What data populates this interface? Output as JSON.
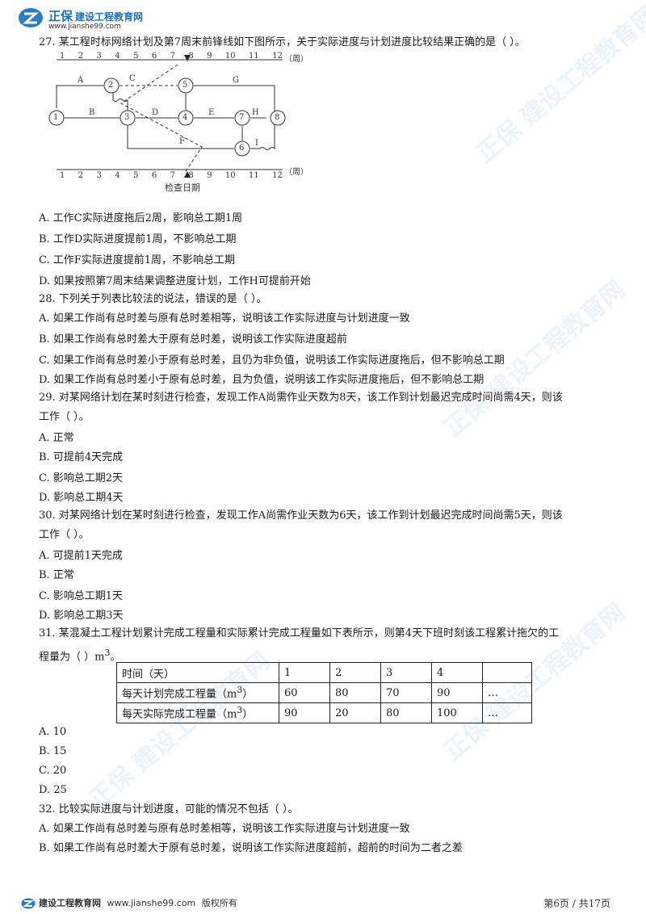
{
  "header": {
    "brand_big": "正保",
    "brand_small": "建设工程教育网",
    "url": "www.jianshe99.com"
  },
  "questions": {
    "q27": {
      "stem": "27. 某工程时标网络计划及第7周末前锋线如下图所示，关于实际进度与计划进度比较结果正确的是（    ）。",
      "options": [
        "A. 工作C实际进度拖后2周，影响总工期1周",
        "B. 工作D实际进度提前1周，不影响总工期",
        "C. 工作F实际进度提前1周，不影响总工期",
        "D. 如果按照第7周末结果调整进度计划，工作H可提前开始"
      ]
    },
    "q28": {
      "stem": "28. 下列关于列表比较法的说法，错误的是（    ）。",
      "options": [
        "A. 如果工作尚有总时差与原有总时差相等，说明该工作实际进度与计划进度一致",
        "B. 如果工作尚有总时差大于原有总时差，说明该工作实际进度超前",
        "C. 如果工作尚有总时差小于原有总时差，且仍为非负值，说明该工作实际进度拖后，但不影响总工期",
        "D. 如果工作尚有总时差小于原有总时差，且为负值，说明该工作实际进度拖后，但不影响总工期"
      ]
    },
    "q29": {
      "stem1": "29. 对某网络计划在某时刻进行检查，发现工作A尚需作业天数为8天，该工作到计划最迟完成时间尚需4天，则该",
      "stem2": "工作（    ）。",
      "options": [
        "A. 正常",
        "B. 可提前4天完成",
        "C. 影响总工期2天",
        "D. 影响总工期4天"
      ]
    },
    "q30": {
      "stem1": "30. 对某网络计划在某时刻进行检查，发现工作A尚需作业天数为6天，该工作到计划最迟完成时间尚需5天，则该",
      "stem2": "工作（    ）。",
      "options": [
        "A. 可提前1天完成",
        "B. 正常",
        "C. 影响总工期1天",
        "D. 影响总工期3天"
      ]
    },
    "q31": {
      "stem1": "31. 某混凝土工程计划累计完成工程量和实际累计完成工程量如下表所示，则第4天下班时刻该工程累计拖欠的工",
      "stem2": "程量为（    ）m",
      "stem2_sup": "3",
      "stem2_end": "。",
      "table": {
        "header": [
          "时间（天）",
          "1",
          "2",
          "3",
          "4",
          ""
        ],
        "rows": [
          {
            "label": "每天计划完成工程量（m",
            "sup": "3",
            "label_end": "）",
            "cells": [
              "60",
              "80",
              "70",
              "90",
              "…"
            ]
          },
          {
            "label": "每天实际完成工程量（m",
            "sup": "3",
            "label_end": "）",
            "cells": [
              "90",
              "20",
              "80",
              "100",
              "…"
            ]
          }
        ]
      },
      "options": [
        "A. 10",
        "B. 15",
        "C. 20",
        "D. 25"
      ]
    },
    "q32": {
      "stem": "32. 比较实际进度与计划进度，可能的情况不包括（    ）。",
      "options": [
        "A. 如果工作尚有总时差与原有总时差相等，说明该工作实际进度与计划进度一致",
        "B. 如果工作尚有总时差大于原有总时差，说明该工作实际进度超前，超前的时间为二者之差"
      ]
    }
  },
  "diagram": {
    "top_scale": [
      "1",
      "2",
      "3",
      "4",
      "5",
      "6",
      "7",
      "8",
      "9",
      "10",
      "11",
      "12"
    ],
    "top_unit": "（周）",
    "bottom_scale": [
      "1",
      "2",
      "3",
      "4",
      "5",
      "6",
      "7",
      "8",
      "9",
      "10",
      "11",
      "12"
    ],
    "bottom_unit": "（周）",
    "check_label": "检查日期",
    "nodes": [
      "1",
      "2",
      "3",
      "4",
      "5",
      "6",
      "7",
      "8"
    ],
    "activities": [
      "A",
      "B",
      "C",
      "D",
      "E",
      "F",
      "G",
      "H",
      "I"
    ]
  },
  "watermark": "正保 建设工程教育网",
  "footer": {
    "left_brand": "建设工程教育网",
    "left_url": "www.jianshe99.com",
    "left_rights": "版权所有",
    "page": "第6页 / 共17页"
  }
}
